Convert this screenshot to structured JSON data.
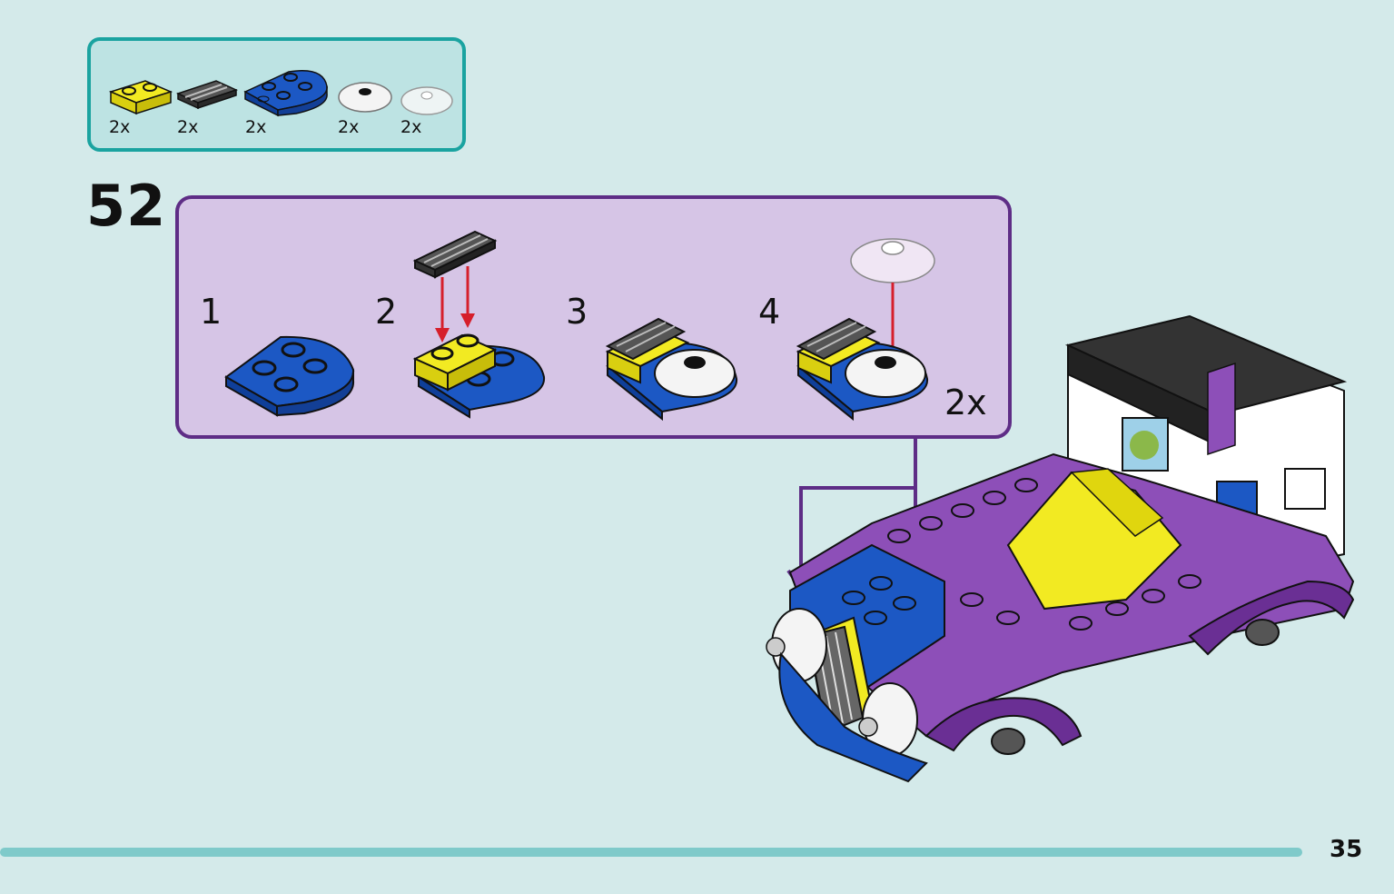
{
  "parts_list": {
    "items": [
      {
        "name": "yellow-plate-1x2-icon",
        "quantity": "2x"
      },
      {
        "name": "dark-grey-grille-tile-icon",
        "quantity": "2x"
      },
      {
        "name": "blue-rounded-plate-icon",
        "quantity": "2x"
      },
      {
        "name": "white-round-dish-icon",
        "quantity": "2x"
      },
      {
        "name": "transparent-round-dish-icon",
        "quantity": "2x"
      }
    ]
  },
  "step": {
    "number": "52",
    "substeps": [
      "1",
      "2",
      "3",
      "4"
    ],
    "multiplier": "2x"
  },
  "page": {
    "number": "35"
  },
  "colors": {
    "background": "#d4eaea",
    "parts_border": "#1aa3a0",
    "substep_box": "#d6c5e6",
    "substep_border": "#5e2d86",
    "arrow_red": "#d61f2b",
    "arrow_purple": "#5e2d86",
    "brick_blue": "#1c58c4",
    "brick_yellow": "#f2ea22",
    "brick_purple": "#8d4fb8"
  }
}
